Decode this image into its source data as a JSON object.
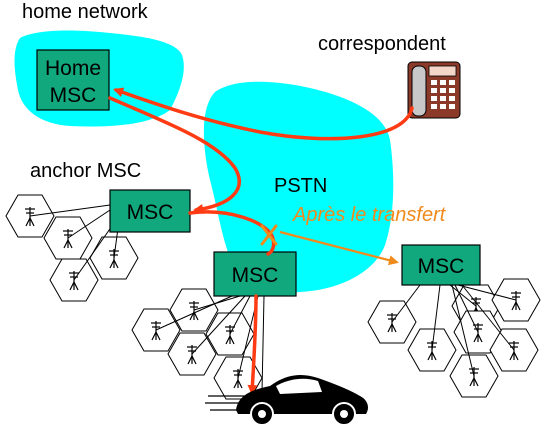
{
  "labels": {
    "home_network": "home network",
    "correspondent": "correspondent",
    "anchor_msc": "anchor MSC",
    "pstn": "PSTN",
    "after_transfer": "Après le transfert"
  },
  "home_msc": {
    "line1": "Home",
    "line2": "MSC"
  },
  "msc_boxes": {
    "anchor": "MSC",
    "serving": "MSC",
    "new": "MSC"
  },
  "colors": {
    "cloud": "#00ffff",
    "msc_fill": "#10a87c",
    "call_path": "#ff3b14",
    "transfer_arrow": "#f08a1c"
  },
  "icons": [
    "phone-icon",
    "antenna-icon",
    "car-icon"
  ]
}
